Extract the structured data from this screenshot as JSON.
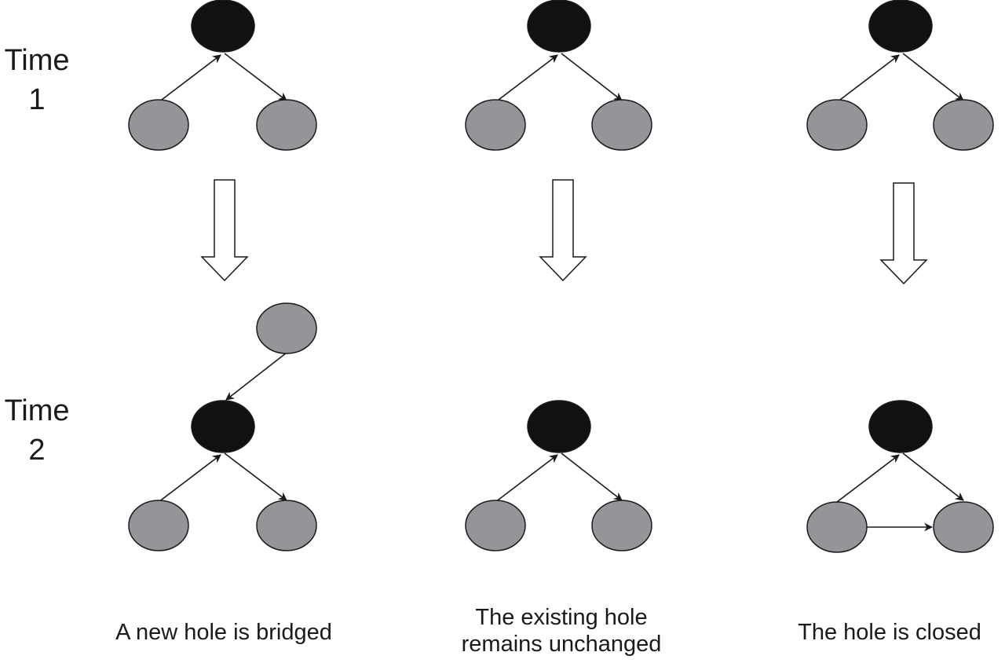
{
  "labels": {
    "time1_word": "Time",
    "time1_num": "1",
    "time2_word": "Time",
    "time2_num": "2"
  },
  "captions": {
    "bridged": "A new hole is bridged",
    "unchanged_line1": "The existing hole",
    "unchanged_line2": "remains unchanged",
    "closed": "The hole is closed"
  },
  "colors": {
    "broker_node": "#111111",
    "peer_node": "#939598",
    "outline": "#1a1a1a"
  }
}
